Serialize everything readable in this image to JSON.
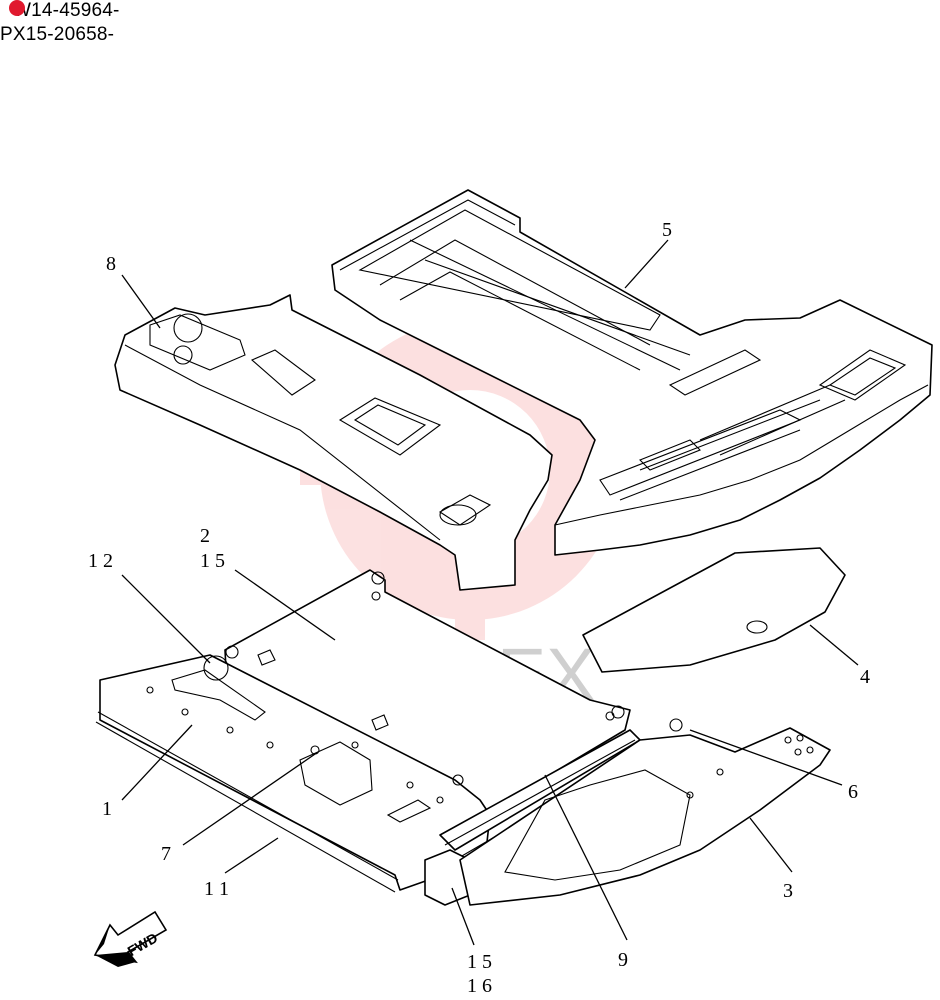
{
  "header": {
    "line1": "W14-45964-",
    "line2": "PX15-20658-"
  },
  "watermark": {
    "text": "ИНТЕХ",
    "color": "#f15a5a"
  },
  "callouts": [
    {
      "id": "c5",
      "label": "5"
    },
    {
      "id": "c8",
      "label": "8"
    },
    {
      "id": "c2-15a",
      "label": "2"
    },
    {
      "id": "c2-15b",
      "label": "1 5"
    },
    {
      "id": "c12",
      "label": "1 2"
    },
    {
      "id": "c4",
      "label": "4"
    },
    {
      "id": "c6",
      "label": "6"
    },
    {
      "id": "c1",
      "label": "1"
    },
    {
      "id": "c7",
      "label": "7"
    },
    {
      "id": "c11",
      "label": "1 1"
    },
    {
      "id": "c3",
      "label": "3"
    },
    {
      "id": "c9",
      "label": "9"
    },
    {
      "id": "c15b",
      "label": "1 5"
    },
    {
      "id": "c16",
      "label": "1 6"
    }
  ],
  "fwd_label": "FWD"
}
